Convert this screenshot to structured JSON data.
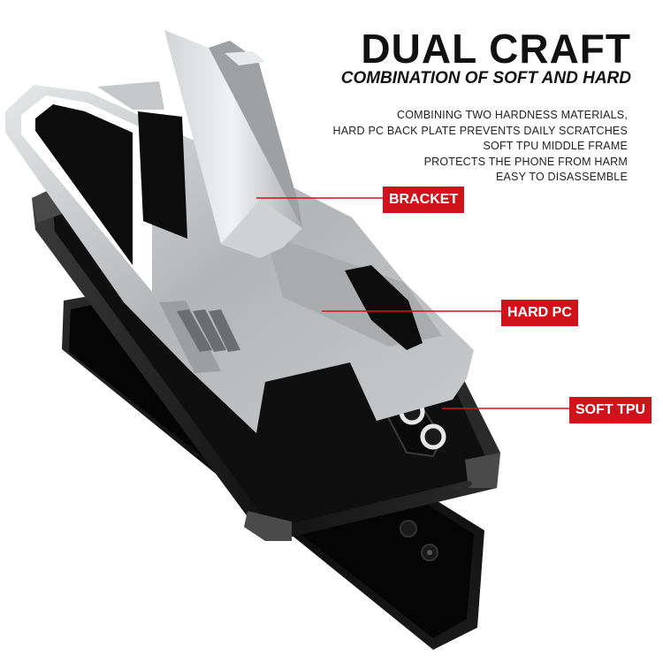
{
  "headline": "DUAL CRAFT",
  "subheadline": "COMBINATION OF SOFT AND HARD",
  "features": [
    "COMBINING TWO HARDNESS MATERIALS,",
    "HARD PC BACK PLATE PREVENTS DAILY SCRATCHES",
    "SOFT TPU MIDDLE FRAME",
    "PROTECTS THE PHONE FROM HARM",
    "EASY TO DISASSEMBLE"
  ],
  "callouts": {
    "bracket": "BRACKET",
    "hard_pc": "HARD PC",
    "soft_tpu": "SOFT TPU"
  },
  "colors": {
    "accent": "#d0121b",
    "text": "#111111",
    "hard_pc_silver": "#b7b9bb",
    "soft_tpu_black": "#1c1c1c",
    "phone_black": "#0d0d0d"
  }
}
